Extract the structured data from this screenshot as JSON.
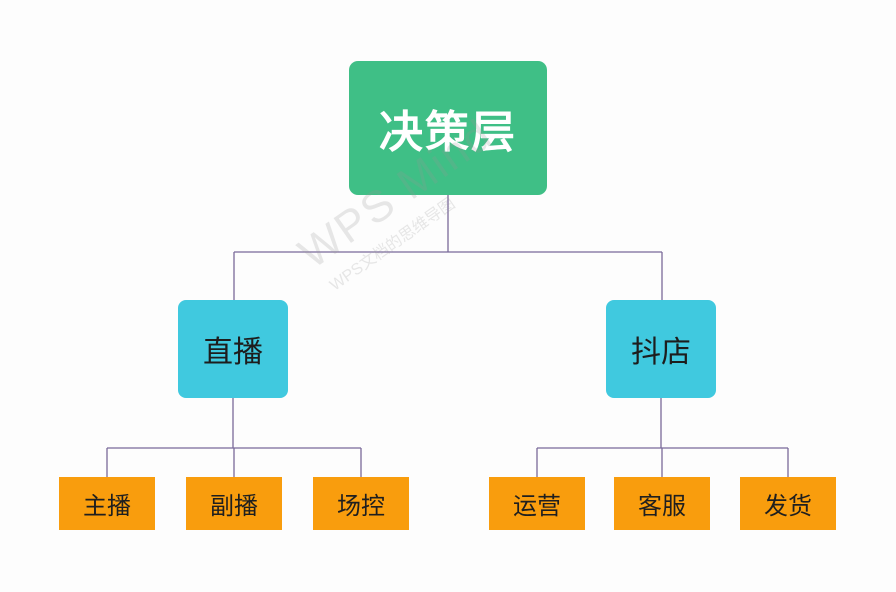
{
  "diagram": {
    "root": {
      "label": "决策层",
      "color": "#3fbf86"
    },
    "branches": [
      {
        "label": "直播",
        "color": "#40c9df",
        "children": [
          "主播",
          "副播",
          "场控"
        ]
      },
      {
        "label": "抖店",
        "color": "#40c9df",
        "children": [
          "运营",
          "客服",
          "发货"
        ]
      }
    ],
    "leaf_color": "#f99d0d",
    "connector_color": "#7a6a9a"
  },
  "watermark": {
    "main": "WPS Mind",
    "sub": "WPS文档的思维导图"
  }
}
